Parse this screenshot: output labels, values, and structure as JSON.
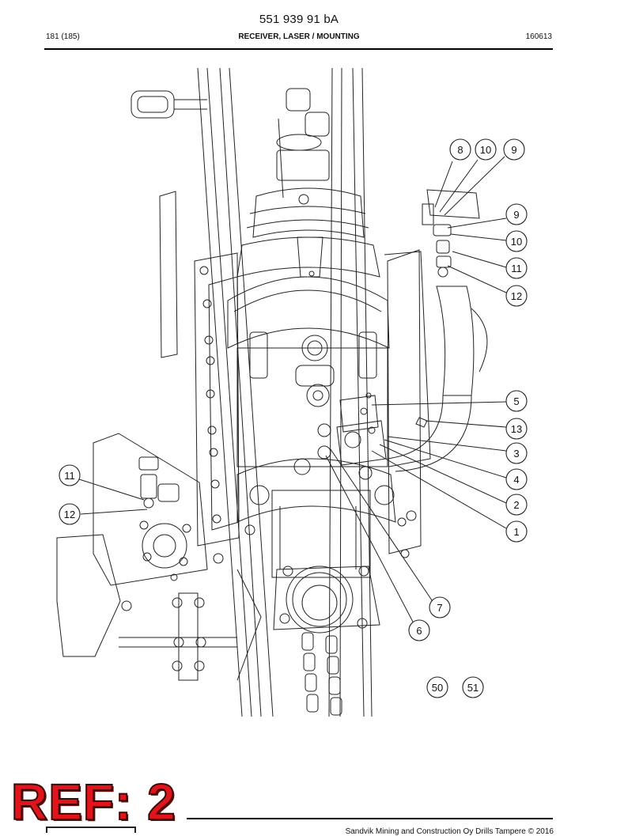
{
  "header": {
    "doc_number": "551 939 91 bA",
    "page": "181 (185)",
    "title": "RECEIVER, LASER / MOUNTING",
    "date_code": "160613"
  },
  "callouts": [
    "8",
    "10",
    "9",
    "9",
    "10",
    "11",
    "12",
    "5",
    "13",
    "3",
    "4",
    "2",
    "1",
    "11",
    "12",
    "7",
    "6",
    "50",
    "51"
  ],
  "stamp": {
    "text": "REF: 2",
    "color": "#e0141b"
  },
  "footer": {
    "copyright": "Sandvik Mining and Construction Oy Drills Tampere © 2016"
  }
}
